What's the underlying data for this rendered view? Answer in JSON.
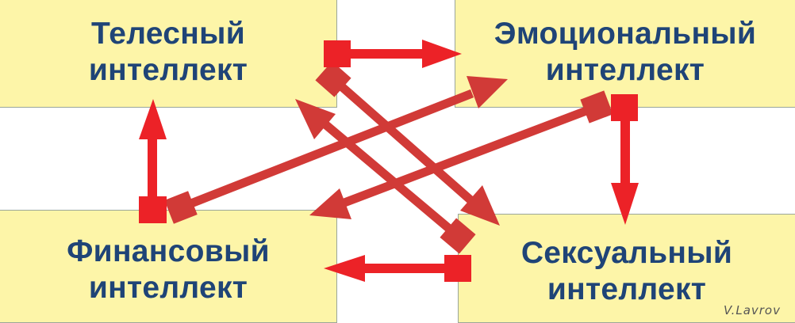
{
  "diagram": {
    "boxes": {
      "top_left": {
        "line1": "Телесный",
        "line2": "интеллект"
      },
      "top_right": {
        "line1": "Эмоциональный",
        "line2": "интеллект"
      },
      "bottom_left": {
        "line1": "Финансовый",
        "line2": "интеллект"
      },
      "bottom_right": {
        "line1": "Сексуальный",
        "line2": "интеллект"
      }
    },
    "arrows": [
      {
        "from": "Телесный интеллект",
        "to": "Эмоциональный интеллект",
        "direction": "right"
      },
      {
        "from": "Эмоциональный интеллект",
        "to": "Сексуальный интеллект",
        "direction": "down"
      },
      {
        "from": "Сексуальный интеллект",
        "to": "Финансовый интеллект",
        "direction": "left"
      },
      {
        "from": "Финансовый интеллект",
        "to": "Телесный интеллект",
        "direction": "up"
      },
      {
        "from": "Финансовый интеллект",
        "to": "Эмоциональный интеллект",
        "direction": "diagonal"
      },
      {
        "from": "Эмоциональный интеллект",
        "to": "Финансовый интеллект",
        "direction": "diagonal"
      },
      {
        "from": "Телесный интеллект",
        "to": "Сексуальный интеллект",
        "direction": "diagonal"
      },
      {
        "from": "Сексуальный интеллект",
        "to": "Телесный интеллект",
        "direction": "diagonal"
      }
    ],
    "signature": "V.Lavrov",
    "colors": {
      "box_fill": "#fdf5a8",
      "text": "#1f4477",
      "arrow_bright": "#ec2227",
      "arrow_dark": "#d13a37"
    }
  }
}
